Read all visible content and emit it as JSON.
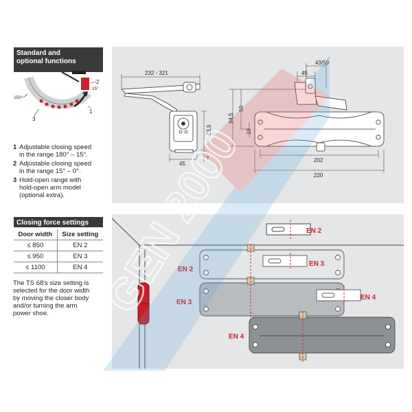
{
  "standard": {
    "header_line1": "Standard and",
    "header_line2": "optional functions",
    "diagram_labels": {
      "one": "1",
      "two": "2",
      "three": "3",
      "deg15": "15°",
      "deg150": "150°"
    },
    "items": [
      {
        "num": "1",
        "lines": [
          "Adjustable closing speed",
          "in the range 180° – 15°."
        ]
      },
      {
        "num": "2",
        "lines": [
          "Adjustable closing speed",
          "in the range 15° – 0°."
        ]
      },
      {
        "num": "3",
        "lines": [
          "Hold-open range with",
          "hold-open arm model",
          "(optional extra)."
        ]
      }
    ]
  },
  "closing_force": {
    "header": "Closing force settings",
    "columns": [
      "Door width",
      "Size setting"
    ],
    "rows": [
      [
        "≤ 850",
        "EN 2"
      ],
      [
        "≤ 950",
        "EN 3"
      ],
      [
        "≤ 1100",
        "EN 4"
      ]
    ],
    "note_lines": [
      "The TS 68's size setting is",
      "selected for the door width",
      "by moving the closer body",
      "and/or turning the arm",
      "power shoe."
    ]
  },
  "dimensions": {
    "d232": "232 - 321",
    "d4359": "43/59",
    "d45a": "45",
    "d535": "53,5",
    "d7": "7",
    "d45b": "45",
    "d945": "94,5",
    "d50": "50",
    "d19": "19",
    "d202": "202",
    "d220": "220"
  },
  "mounting": {
    "labels": {
      "en2_top": "EN 2",
      "en2_left": "EN 2",
      "en3_right": "EN 3",
      "en3_left": "EN 3",
      "en4_right": "EN 4",
      "en4_bottom": "EN 4"
    }
  },
  "watermark": {
    "text": "GEN 2000"
  },
  "colors": {
    "accent": "#d0202a",
    "header_bg": "#3a3a3a",
    "panel_bg": "#e4e6e8"
  }
}
